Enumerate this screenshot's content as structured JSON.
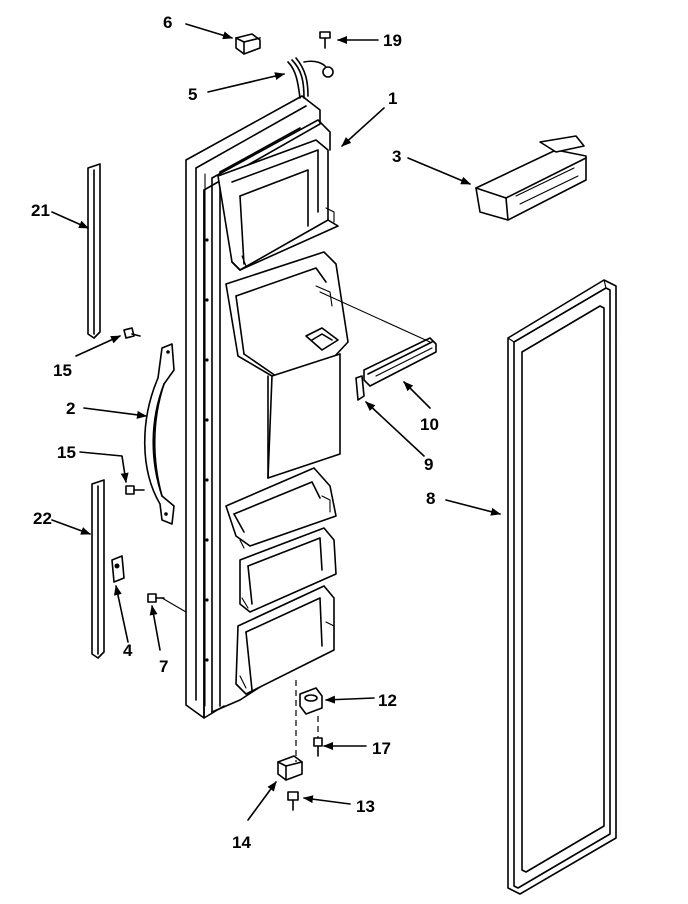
{
  "diagram": {
    "callouts": {
      "p1": "1",
      "p2": "2",
      "p3": "3",
      "p4": "4",
      "p5": "5",
      "p6": "6",
      "p7": "7",
      "p8": "8",
      "p9": "9",
      "p10": "10",
      "p12": "12",
      "p13": "13",
      "p14": "14",
      "p15a": "15",
      "p15b": "15",
      "p17": "17",
      "p19": "19",
      "p21": "21",
      "p22": "22"
    }
  }
}
